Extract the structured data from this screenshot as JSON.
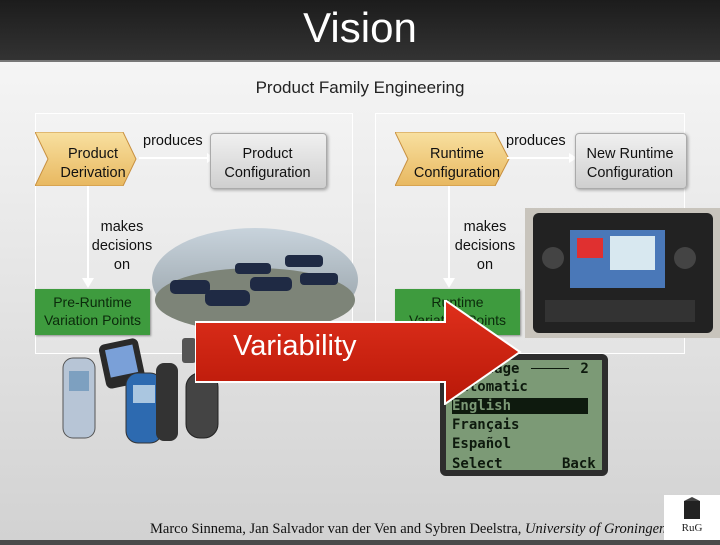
{
  "slide": {
    "title": "Vision",
    "subtitle": "Product Family Engineering",
    "left_panel": {
      "start_node": "Product\nDerivation",
      "produces": "produces",
      "result_node": "Product\nConfiguration",
      "makes_decisions": "makes\ndecisions\non",
      "variation_points": "Pre-Runtime\nVariation Points"
    },
    "right_panel": {
      "start_node": "Runtime\nConfiguration",
      "produces": "produces",
      "result_node": "New Runtime\nConfiguration",
      "makes_decisions": "makes\ndecisions\non",
      "variation_points": "Runtime\nVariation Points"
    },
    "center_arrow_label": "Variability",
    "phone_screen": {
      "header": "Language",
      "header_number": "2",
      "options": [
        "Automatic",
        "English",
        "Français",
        "Español"
      ],
      "selected": "English",
      "softkey_left": "Select",
      "softkey_right": "Back"
    },
    "footer_authors": "Marco Sinnema, Jan Salvador van der Ven and Sybren Deelstra, ",
    "footer_university": "University of Groningen",
    "logo_text": "RuG"
  }
}
